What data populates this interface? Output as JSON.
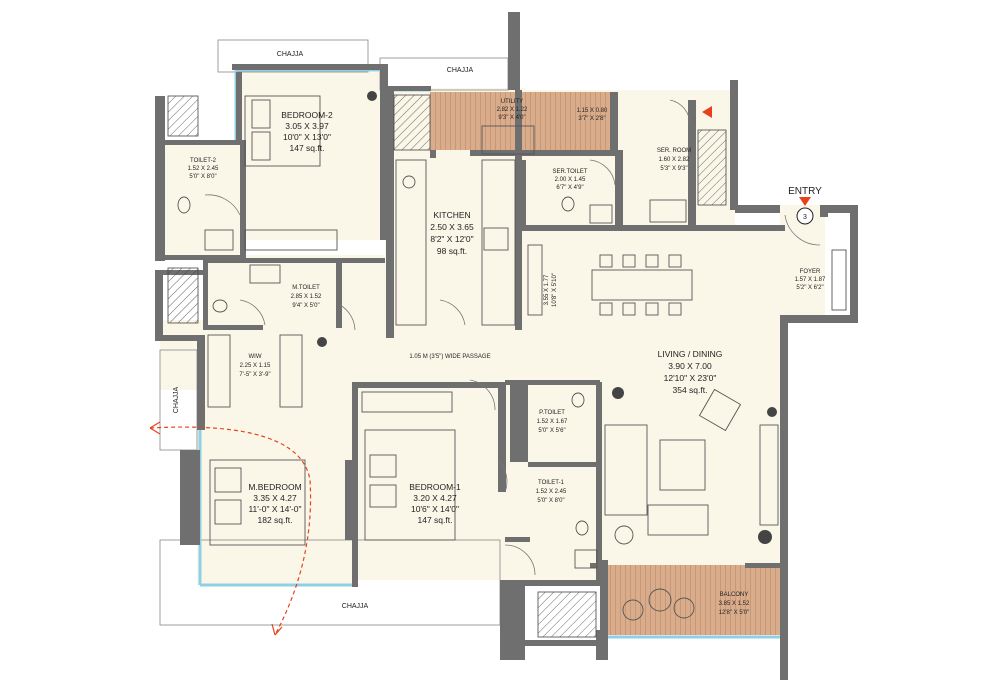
{
  "plan": {
    "colors": {
      "wall": "#6f6f6f",
      "floor": "#fbf7e8",
      "deck": "#cf9f7d",
      "glass": "#8fd0e6",
      "accent": "#e8421c",
      "furniture": "#555555"
    },
    "entry": {
      "label": "ENTRY",
      "number": "3"
    },
    "rooms": {
      "bedroom2": {
        "name": "BEDROOM-2",
        "metric": "3.05 X 3.97",
        "imperial": "10'0\" X 13'0\"",
        "area": "147 sq.ft."
      },
      "toilet2": {
        "name": "TOILET-2",
        "metric": "1.52 X 2.45",
        "imperial": "5'0\" X 8'0\""
      },
      "mtoilet": {
        "name": "M.TOILET",
        "metric": "2.85 X 1.52",
        "imperial": "9'4\" X 5'0\""
      },
      "kitchen": {
        "name": "KITCHEN",
        "metric": "2.50 X 3.65",
        "imperial": "8'2\" X 12'0\"",
        "area": "98 sq.ft."
      },
      "utility": {
        "name": "UTILITY",
        "metric": "2.82 X 1.22",
        "imperial": "9'3\" X 4'0\""
      },
      "store": {
        "metric": "1.15 X 0.80",
        "imperial": "3'7\" X 2'8\""
      },
      "serroom": {
        "name": "SER. ROOM",
        "metric": "1.60 X 2.82",
        "imperial": "5'3\" X 9'3\""
      },
      "sertoilet": {
        "name": "SER.TOILET",
        "metric": "2.00 X 1.45",
        "imperial": "6'7\" X 4'9\""
      },
      "foyer": {
        "name": "FOYER",
        "metric": "1.57 X 1.87",
        "imperial": "5'2\" X 6'2\""
      },
      "niche": {
        "metric": "3.55 X 1.77",
        "imperial": "10'8\" X 5'10\""
      },
      "wiw": {
        "name": "WIW",
        "metric": "2.25 X 1.15",
        "imperial": "7'-5\" X 3'-9\""
      },
      "passage": {
        "name": "1.05 M (3'5\") WIDE PASSAGE"
      },
      "living": {
        "name": "LIVING / DINING",
        "metric": "3.90 X 7.00",
        "imperial": "12'10\" X 23'0\"",
        "area": "354 sq.ft."
      },
      "ptoilet": {
        "name": "P.TOILET",
        "metric": "1.52 X 1.67",
        "imperial": "5'0\" X 5'6\""
      },
      "toilet1": {
        "name": "TOILET-1",
        "metric": "1.52 X 2.45",
        "imperial": "5'0\" X 8'0\""
      },
      "mbedroom": {
        "name": "M.BEDROOM",
        "metric": "3.35 X 4.27",
        "imperial": "11'-0\" X 14'-0\"",
        "area": "182 sq.ft."
      },
      "bedroom1": {
        "name": "BEDROOM-1",
        "metric": "3.20 X 4.27",
        "imperial": "10'6\" X 14'0\"",
        "area": "147 sq.ft."
      },
      "balcony": {
        "name": "BALCONY",
        "metric": "3.85 X 1.52",
        "imperial": "12'8\" X 5'0\""
      }
    },
    "chajja": {
      "top_left": "CHAJJA",
      "top_mid": "CHAJJA",
      "left": "CHAJJA",
      "bottom": "CHAJJA"
    }
  }
}
